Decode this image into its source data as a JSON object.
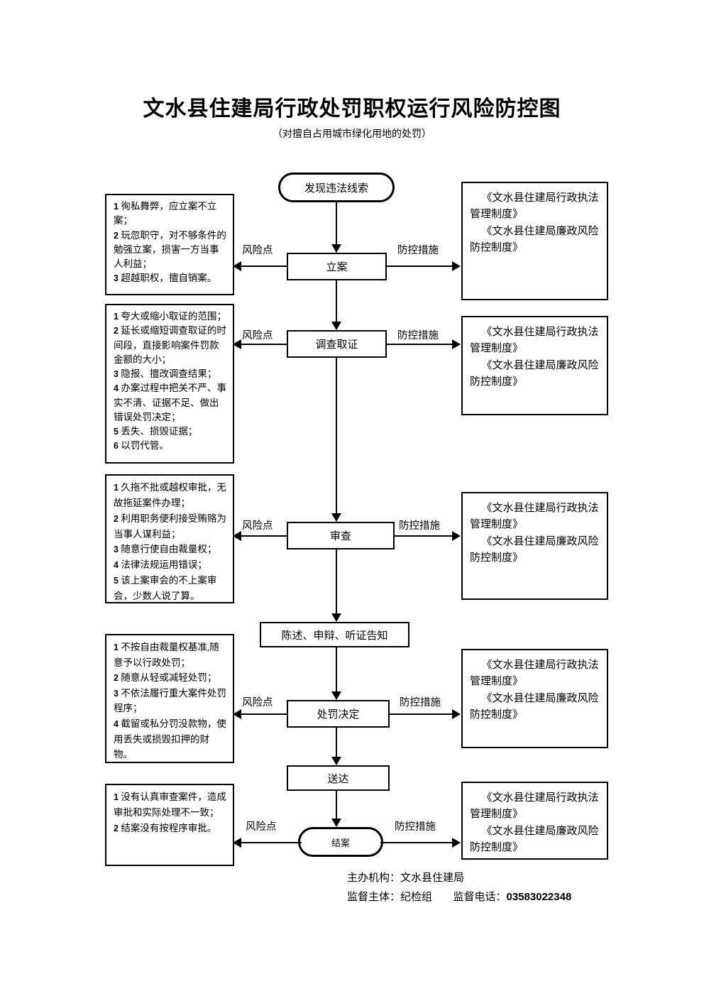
{
  "document": {
    "title": "文水县住建局行政处罚职权运行风险防控图",
    "subtitle": "（对擅自占用城市绿化用地的处罚）"
  },
  "edge_labels": {
    "risk": "风险点",
    "measure": "防控措施"
  },
  "flow_nodes": [
    {
      "id": "discover",
      "label": "发现违法线索",
      "shape": "rounded"
    },
    {
      "id": "filing",
      "label": "立案",
      "shape": "rect"
    },
    {
      "id": "investigate",
      "label": "调查取证",
      "shape": "rect"
    },
    {
      "id": "review",
      "label": "审查",
      "shape": "rect"
    },
    {
      "id": "notify",
      "label": "陈述、申辩、听证告知",
      "shape": "rect"
    },
    {
      "id": "decision",
      "label": "处罚决定",
      "shape": "rect"
    },
    {
      "id": "deliver",
      "label": "送达",
      "shape": "rect"
    },
    {
      "id": "close",
      "label": "结案",
      "shape": "rounded"
    }
  ],
  "risk_boxes": [
    {
      "id": "risk-filing",
      "lines": [
        {
          "num": "1",
          "text": "徇私舞弊，应立案不立案；"
        },
        {
          "num": "2",
          "text": "玩忽职守，对不够条件的勉强立案，损害一方当事人利益；"
        },
        {
          "num": "3",
          "text": "超越职权，擅自销案。"
        }
      ]
    },
    {
      "id": "risk-investigate",
      "lines": [
        {
          "num": "1",
          "text": "夸大或缩小取证的范围；"
        },
        {
          "num": "2",
          "text": "延长或缩短调查取证的时间段，直接影响案件罚款金额的大小；"
        },
        {
          "num": "3",
          "text": "隐报、擅改调查结果；"
        },
        {
          "num": "4",
          "text": "办案过程中把关不严、事实不清、证据不足、做出错误处罚决定；"
        },
        {
          "num": "5",
          "text": "丢失、损毁证据；"
        },
        {
          "num": "6",
          "text": "以罚代管。"
        }
      ]
    },
    {
      "id": "risk-review",
      "lines": [
        {
          "num": "1",
          "text": "久拖不批或越权审批，无故拖延案件办理；"
        },
        {
          "num": "2",
          "text": "利用职务便利接受贿赂为当事人谋利益；"
        },
        {
          "num": "3",
          "text": "随意行使自由裁量权；"
        },
        {
          "num": "4",
          "text": "法律法规运用错误；"
        },
        {
          "num": "5",
          "text": "该上案审会的不上案审会，少数人说了算。"
        }
      ]
    },
    {
      "id": "risk-decision",
      "lines": [
        {
          "num": "1",
          "text": "不按自由裁量权基准,随意予以行政处罚；"
        },
        {
          "num": "2",
          "text": "随意从轻或减轻处罚；"
        },
        {
          "num": "3",
          "text": "不依法履行重大案件处罚程序；"
        },
        {
          "num": "4",
          "text": "截留或私分罚没款物，使用丢失或损毁扣押的财物。"
        }
      ]
    },
    {
      "id": "risk-close",
      "lines": [
        {
          "num": "1",
          "text": "没有认真审查案件，造成审批和实际处理不一致；"
        },
        {
          "num": "2",
          "text": "结案没有按程序审批。"
        }
      ]
    }
  ],
  "measure_boxes": [
    {
      "id": "measure-filing",
      "line1": "《文水县住建局行政执法管理制度》",
      "line2": "《文水县住建局廉政风险防控制度》"
    },
    {
      "id": "measure-investigate",
      "line1": "《文水县住建局行政执法管理制度》",
      "line2": "《文水县住建局廉政风险防控制度》"
    },
    {
      "id": "measure-review",
      "line1": "《文水县住建局行政执法管理制度》",
      "line2": "《文水县住建局廉政风险防控制度》"
    },
    {
      "id": "measure-decision",
      "line1": "《文水县住建局行政执法管理制度》",
      "line2": "《文水县住建局廉政风险防控制度》"
    },
    {
      "id": "measure-close",
      "line1": "《文水县住建局行政执法管理制度》",
      "line2": "《文水县住建局廉政风险防控制度》"
    }
  ],
  "footer": {
    "organizer": "主办机构：文水县住建局",
    "supervisor": "监督主体：纪检组",
    "hotline_label": "监督电话：",
    "hotline": "03583022348"
  }
}
